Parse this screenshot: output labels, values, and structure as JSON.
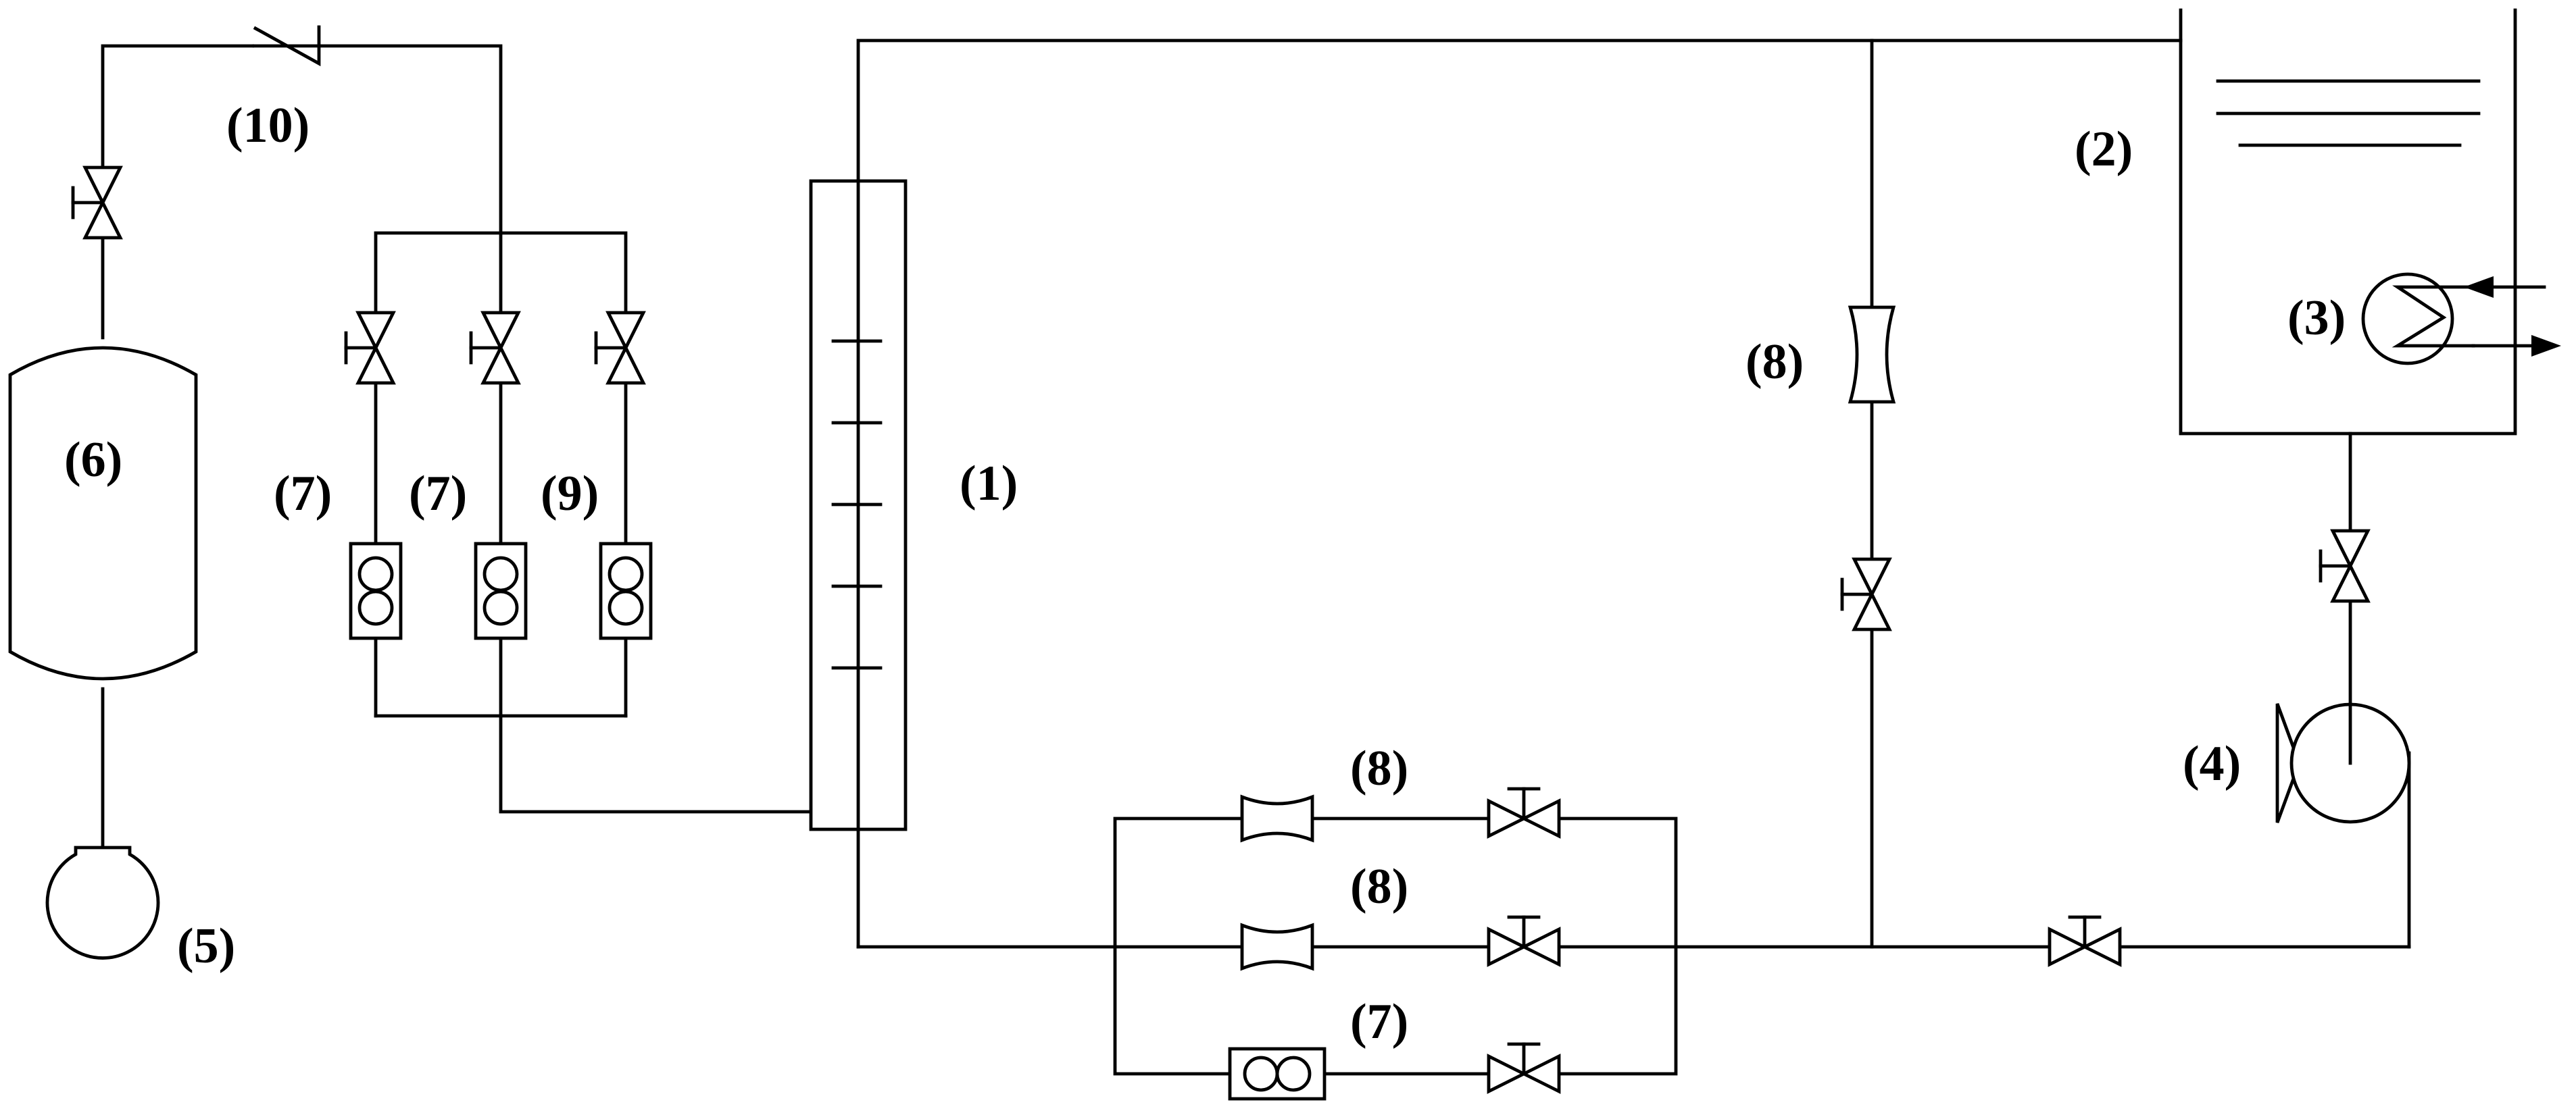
{
  "labels": {
    "l1": "(1)",
    "l2": "(2)",
    "l3": "(3)",
    "l4": "(4)",
    "l5": "(5)",
    "l6": "(6)",
    "l7a": "(7)",
    "l7b": "(7)",
    "l7c": "(7)",
    "l8a": "(8)",
    "l8b": "(8)",
    "l8c": "(8)",
    "l9": "(9)",
    "l10": "(10)"
  }
}
